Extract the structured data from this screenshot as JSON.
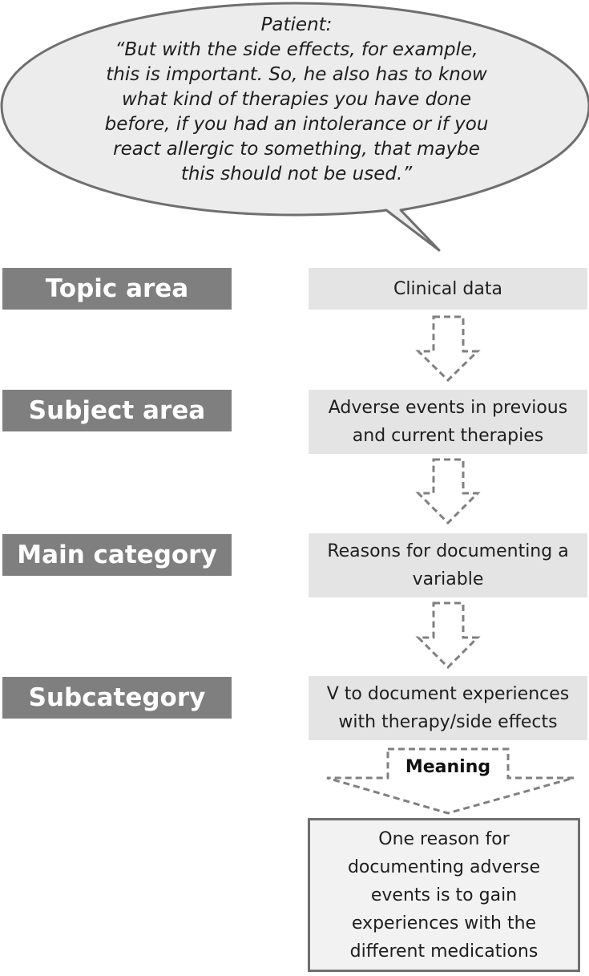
{
  "quote": {
    "speaker": "Patient:",
    "lines": [
      "“But with the side effects, for example,",
      "this is important. So, he also has to know",
      "what kind of therapies you have done",
      "before, if you had an intolerance or if you",
      "react allergic to something, that maybe",
      "this should not be used.”"
    ]
  },
  "levels": [
    {
      "label": "Topic area",
      "value_lines": [
        "Clinical data"
      ]
    },
    {
      "label": "Subject area",
      "value_lines": [
        "Adverse events in previous",
        "and current therapies"
      ]
    },
    {
      "label": "Main category",
      "value_lines": [
        "Reasons for documenting a",
        "variable"
      ]
    },
    {
      "label": "Subcategory",
      "value_lines": [
        "V to document experiences",
        "with therapy/side effects"
      ]
    }
  ],
  "meaning": {
    "label": "Meaning",
    "lines": [
      "One reason for",
      "documenting adverse",
      "events is to gain",
      "experiences with the",
      "different medications"
    ]
  },
  "colors": {
    "label_box": "#7f7f7f",
    "value_box": "#e4e4e4",
    "bubble_fill": "#ececec",
    "outline": "#6f6f6f"
  }
}
